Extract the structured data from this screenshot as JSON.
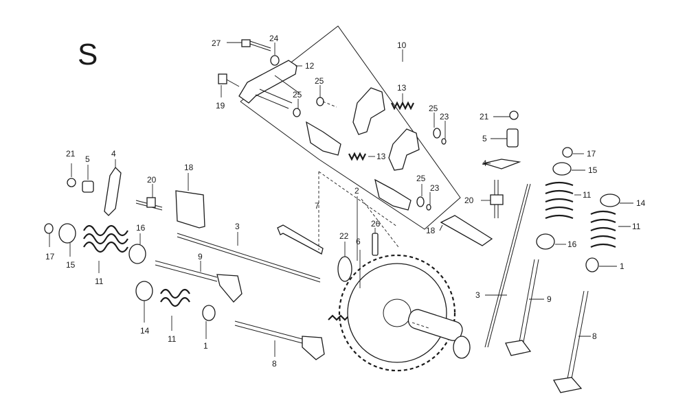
{
  "section_letter": "S",
  "callouts": {
    "c27": "27",
    "c24": "24",
    "c12": "12",
    "c10": "10",
    "c19": "19",
    "c25a": "25",
    "c25b": "25",
    "c25c": "25",
    "c25d": "25",
    "c13a": "13",
    "c13b": "13",
    "c23a": "23",
    "c23b": "23",
    "c21a": "21",
    "c5a": "5",
    "c17a": "17",
    "c4a": "4",
    "c15a": "15",
    "c11a": "11",
    "c14a": "14",
    "c11b": "11",
    "c20a": "20",
    "c18a": "18",
    "c16a": "16",
    "c1a": "1",
    "c3a": "3",
    "c9a": "9",
    "c8a": "8",
    "c21b": "21",
    "c5b": "5",
    "c4b": "4",
    "c20b": "20",
    "c18b": "18",
    "c7": "7",
    "c2": "2",
    "c26": "26",
    "c6": "6",
    "c22": "22",
    "c3b": "3",
    "c17b": "17",
    "c15b": "15",
    "c11c": "11",
    "c16b": "16",
    "c9b": "9",
    "c14b": "14",
    "c11d": "11",
    "c1b": "1",
    "c8b": "8"
  }
}
